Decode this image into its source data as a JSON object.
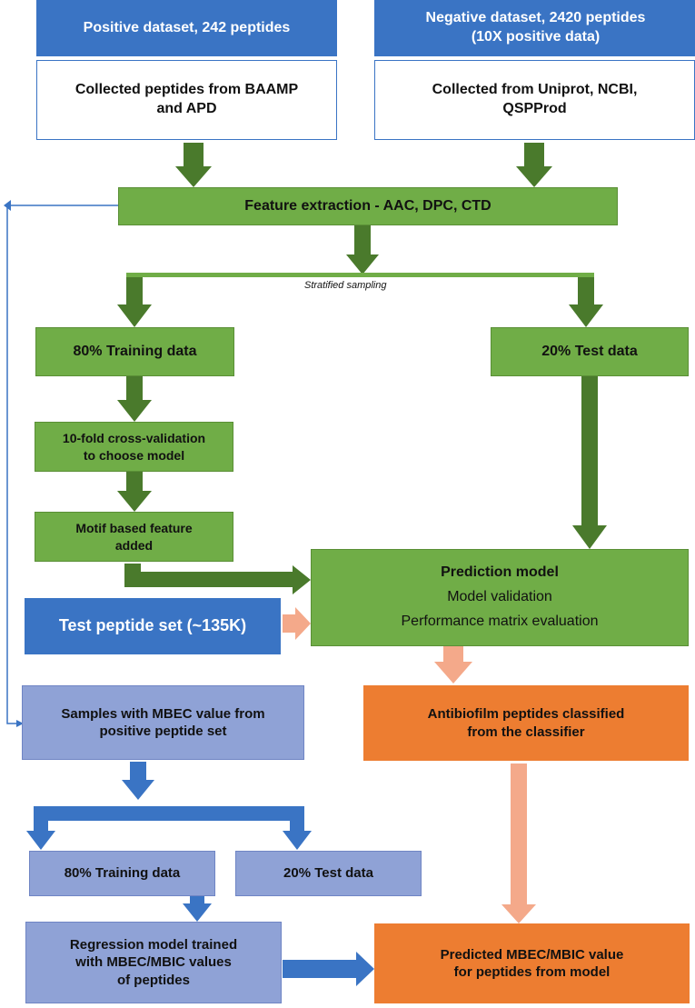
{
  "colors": {
    "blue": "#3a74c4",
    "green": "#70ad47",
    "dark_green_arrow": "#4a7a2c",
    "lavender": "#8fa2d6",
    "orange": "#ed7d31",
    "salmon_arrow": "#f4a98a",
    "blue_arrow": "#3a74c4"
  },
  "positive": {
    "header": "Positive dataset, 242 peptides",
    "source": [
      "Collected peptides from BAAMP",
      "and APD"
    ]
  },
  "negative": {
    "header": [
      "Negative dataset, 2420 peptides",
      "(10X positive data)"
    ],
    "source": [
      "Collected from Uniprot, NCBI,",
      "QSPProd"
    ]
  },
  "feature_extraction": "Feature extraction - AAC, DPC, CTD",
  "split_label": "Stratified sampling",
  "training": "80% Training data",
  "test": "20% Test data",
  "cross_validation": [
    "10-fold cross-validation",
    "to choose model"
  ],
  "motif": [
    "Motif based feature",
    "added"
  ],
  "test_peptide_set": "Test peptide set (~135K)",
  "prediction": {
    "title": "Prediction model",
    "line1": "Model validation",
    "line2": "Performance matrix evaluation"
  },
  "mbec_samples": [
    "Samples with MBEC value from",
    "positive peptide set"
  ],
  "classified": [
    "Antibiofilm peptides classified",
    "from the classifier"
  ],
  "reg_training": "80% Training data",
  "reg_test": "20% Test data",
  "regression": [
    "Regression model trained",
    "with MBEC/MBIC values",
    "of peptides"
  ],
  "predicted": [
    "Predicted MBEC/MBIC value",
    "for peptides from model"
  ]
}
